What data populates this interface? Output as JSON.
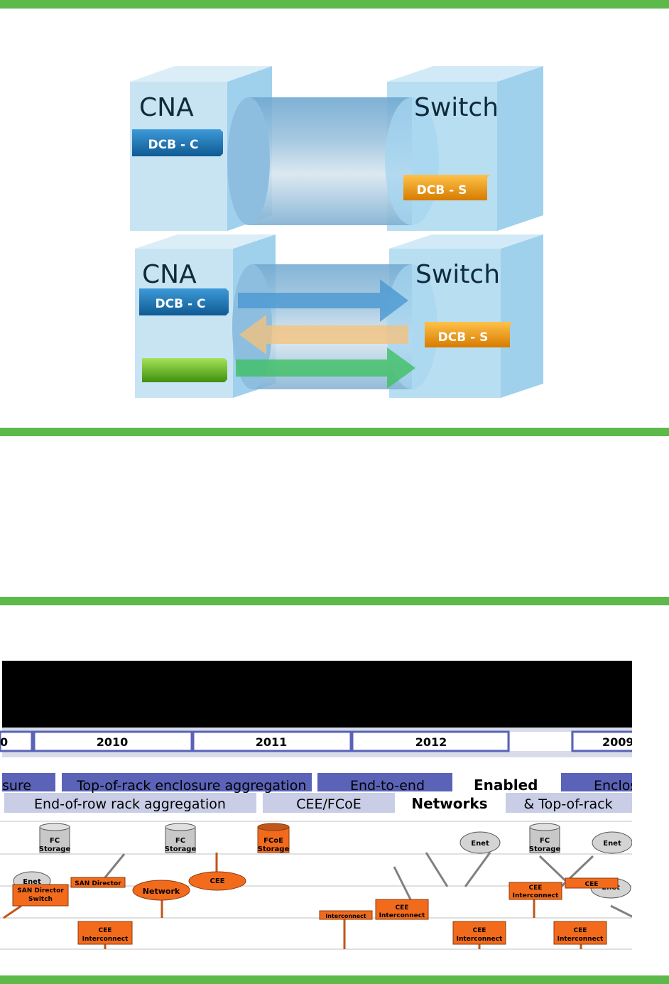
{
  "top_diagram": {
    "panel1": {
      "left_label": "CNA",
      "right_label": "Switch",
      "left_chip": "DCB - C",
      "right_chip": "DCB - S"
    },
    "panel2": {
      "left_label": "CNA",
      "right_label": "Switch",
      "left_chip": "DCB - C",
      "right_chip": "DCB - S",
      "green_chip": ""
    }
  },
  "roadmap": {
    "years": [
      "0",
      "2010",
      "2011",
      "2012",
      "2009"
    ],
    "row1": [
      "sure",
      "Top-of-rack enclosure aggregation",
      "End-to-end",
      "Enabled",
      "Enclos"
    ],
    "row2": [
      "End-of-row rack aggregation",
      "CEE/FCoE",
      "Networks",
      "& Top-of-rack"
    ],
    "nodes": {
      "fc_storage": "FC\nStorage",
      "fcoe_storage": "FCoE\nStorage",
      "enet": "Enet",
      "san_director": "SAN Director",
      "san_director_switch": "SAN Director\nSwitch",
      "network": "Network",
      "cee": "CEE",
      "cee_interconnect": "CEE\nInterconnect",
      "interconnect": "Interconnect"
    }
  },
  "colors": {
    "band": "#5cb94a",
    "dcb_c": "#1a6fb0",
    "dcb_s": "#e8900a",
    "cee_orange": "#f26b1d",
    "roadmap_blue": "#5a63b8"
  }
}
